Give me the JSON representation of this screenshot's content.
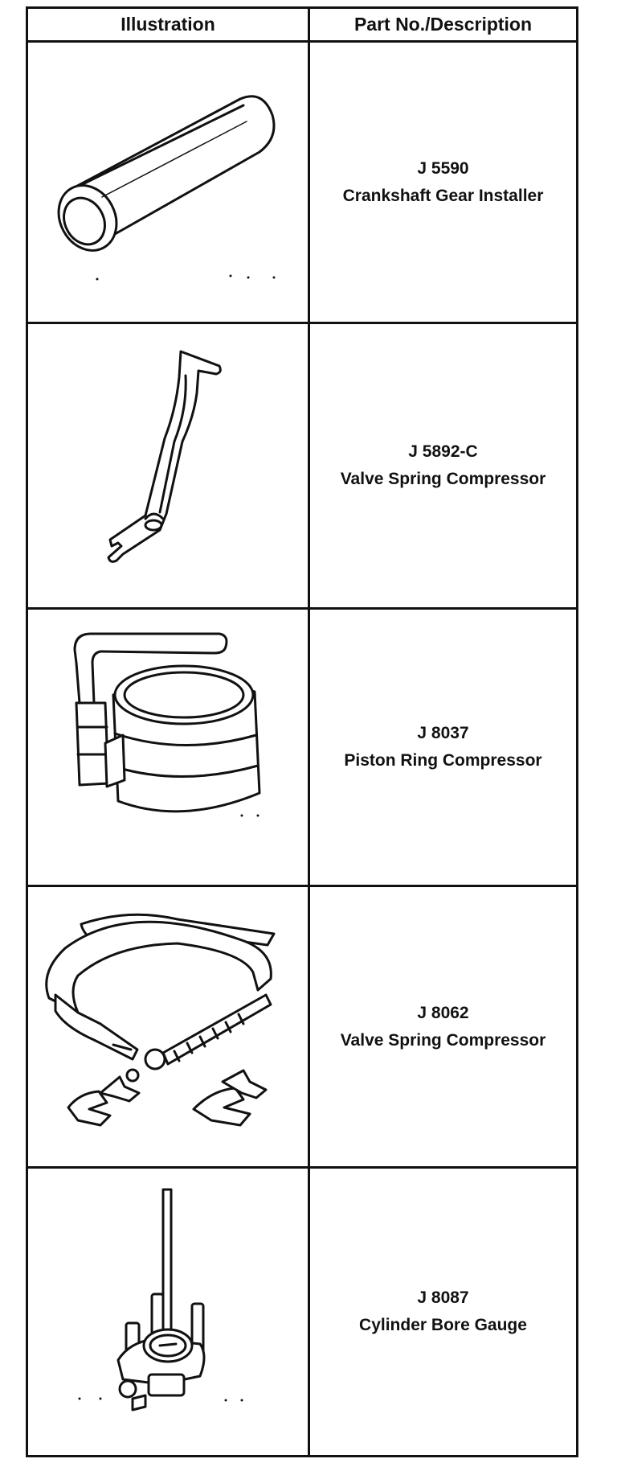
{
  "header": {
    "col1": "Illustration",
    "col2": "Part No./Description"
  },
  "rows": [
    {
      "part_no": "J 5590",
      "description": "Crankshaft Gear Installer",
      "icon": "crankshaft-gear-installer-icon"
    },
    {
      "part_no": "J 5892-C",
      "description": "Valve Spring Compressor",
      "icon": "valve-spring-compressor-icon"
    },
    {
      "part_no": "J 8037",
      "description": "Piston Ring Compressor",
      "icon": "piston-ring-compressor-icon"
    },
    {
      "part_no": "J 8062",
      "description": "Valve Spring Compressor",
      "icon": "valve-spring-compressor-clamp-icon"
    },
    {
      "part_no": "J 8087",
      "description": "Cylinder Bore Gauge",
      "icon": "cylinder-bore-gauge-icon"
    }
  ]
}
